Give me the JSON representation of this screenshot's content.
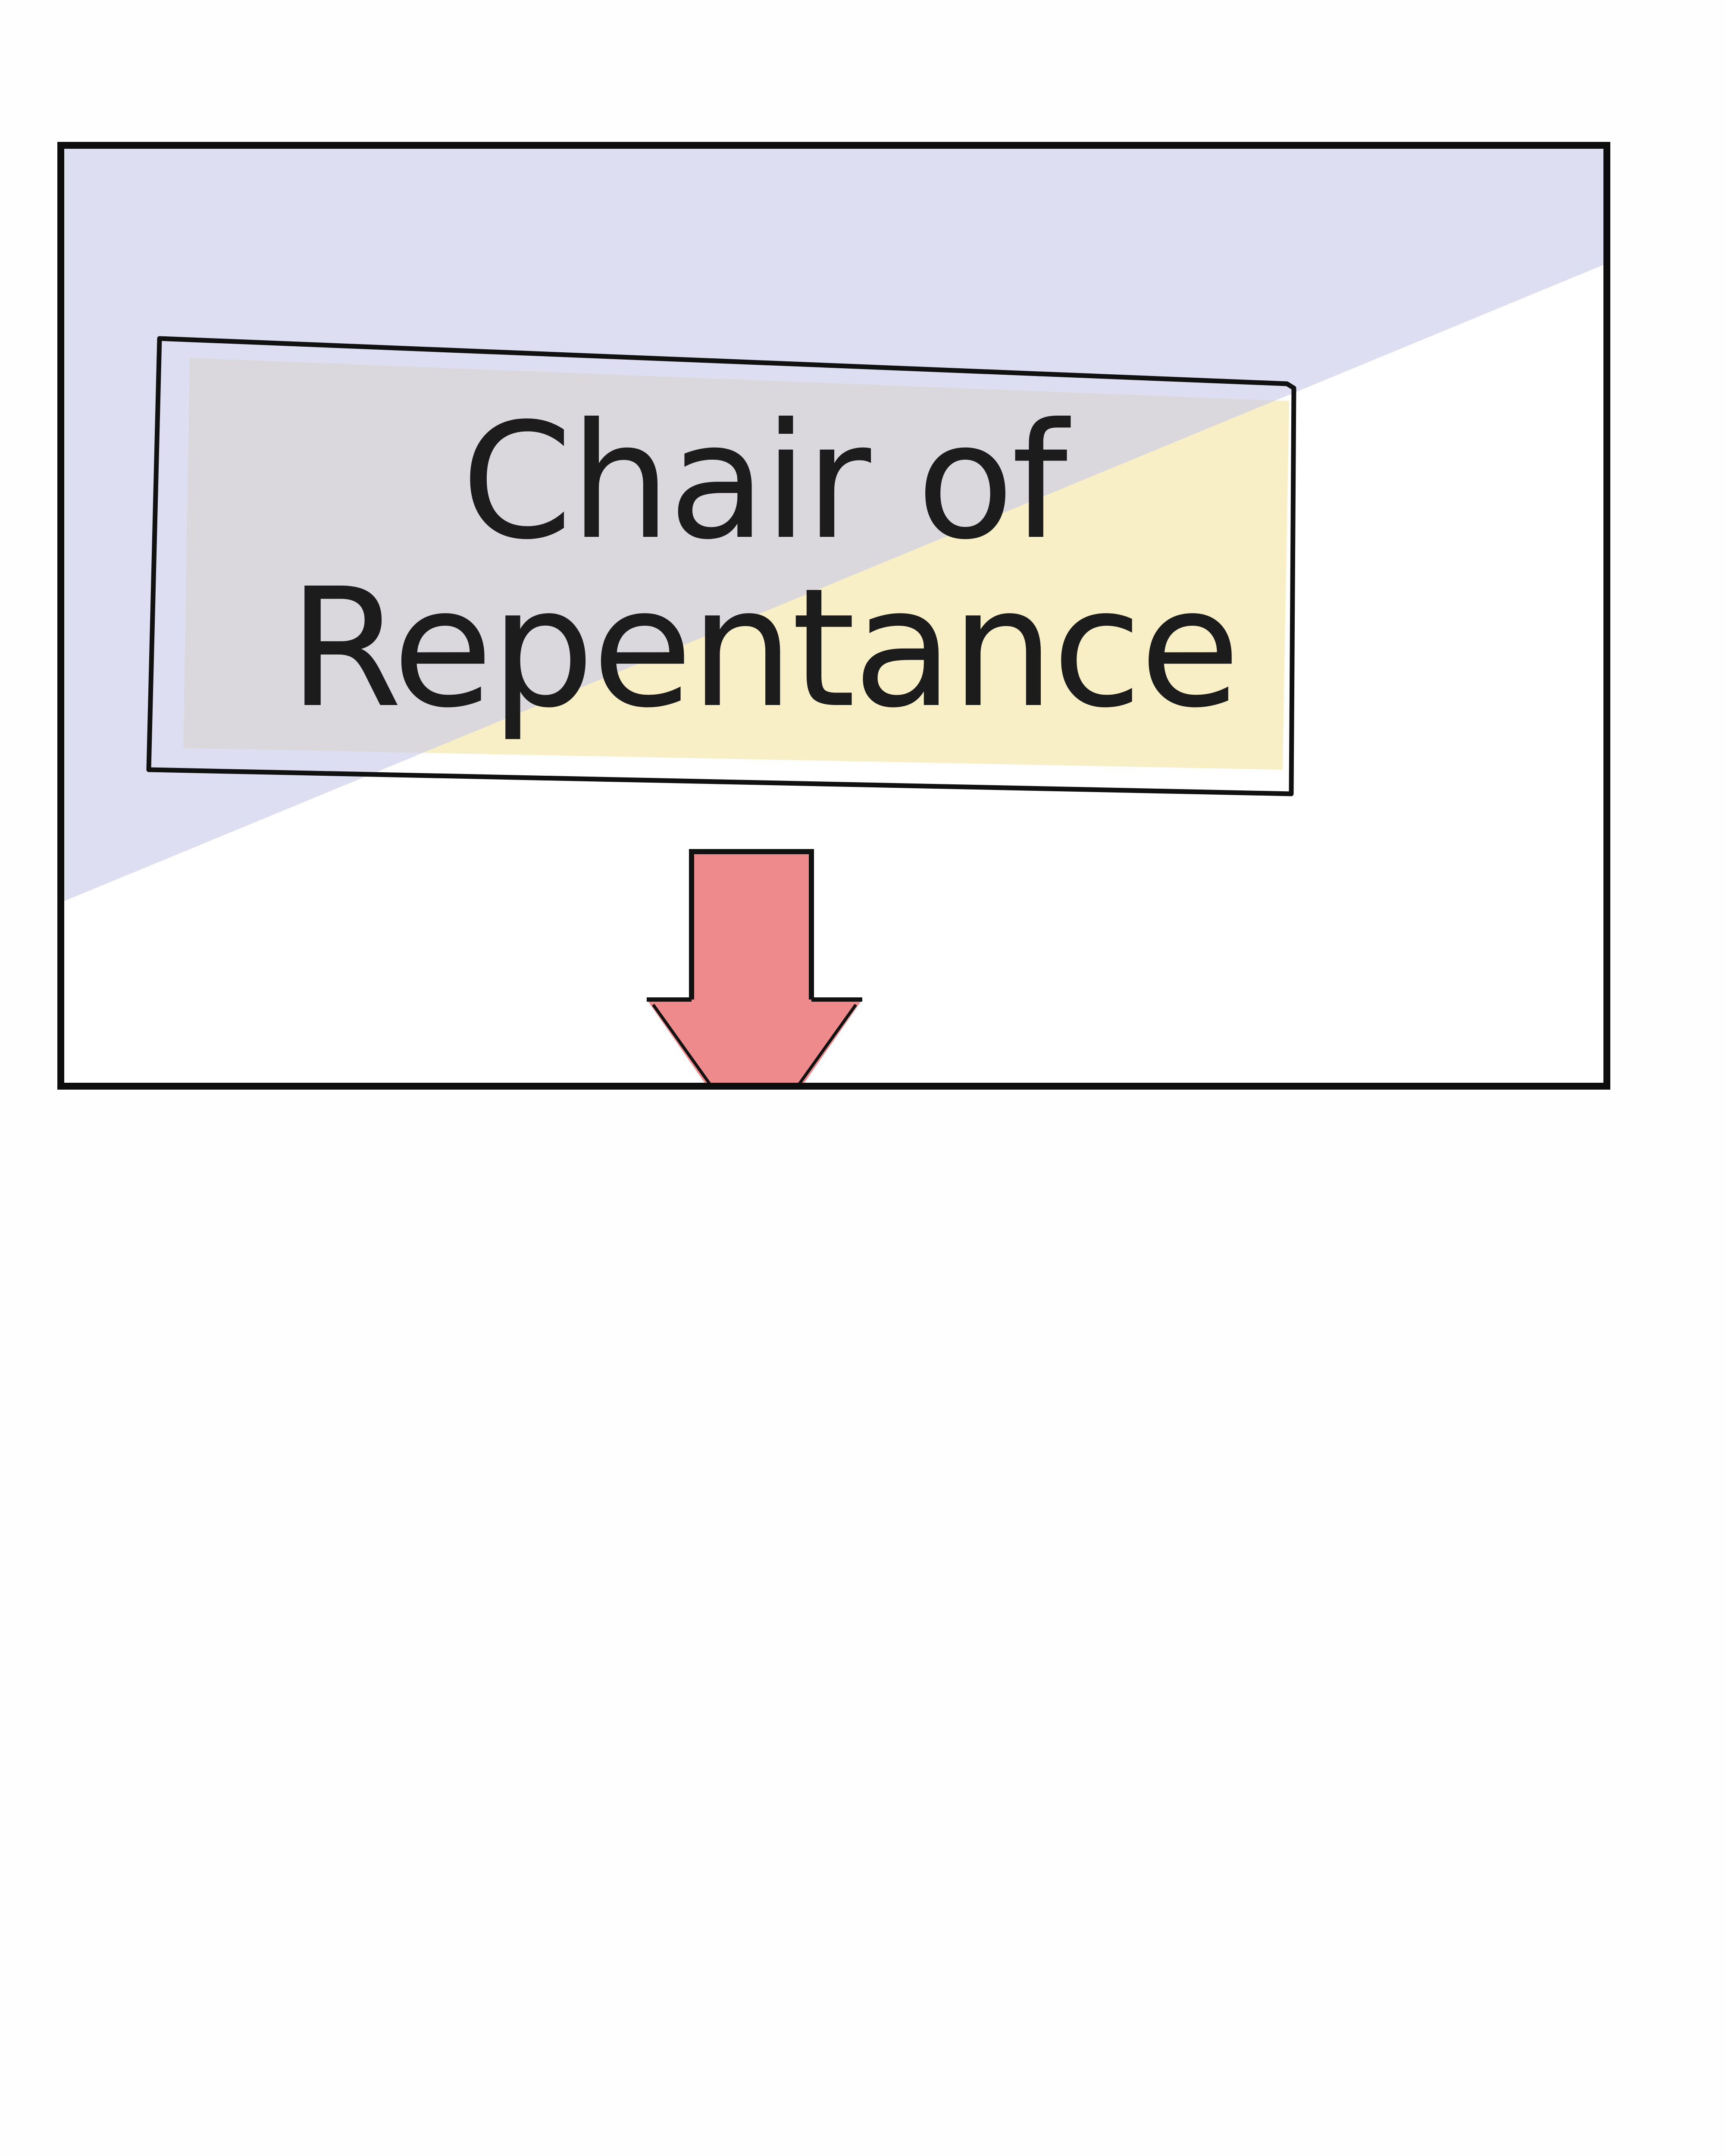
{
  "panel": {
    "sign": {
      "line1": "Chair of",
      "line2": "Repentance"
    },
    "arrow": {
      "direction": "down",
      "icon": "down-arrow-icon"
    }
  },
  "colors": {
    "lavender": "#dcdcf2",
    "sign_yellow": "#f8efc6",
    "arrow_red": "#ee8a8c",
    "ink": "#111111"
  }
}
